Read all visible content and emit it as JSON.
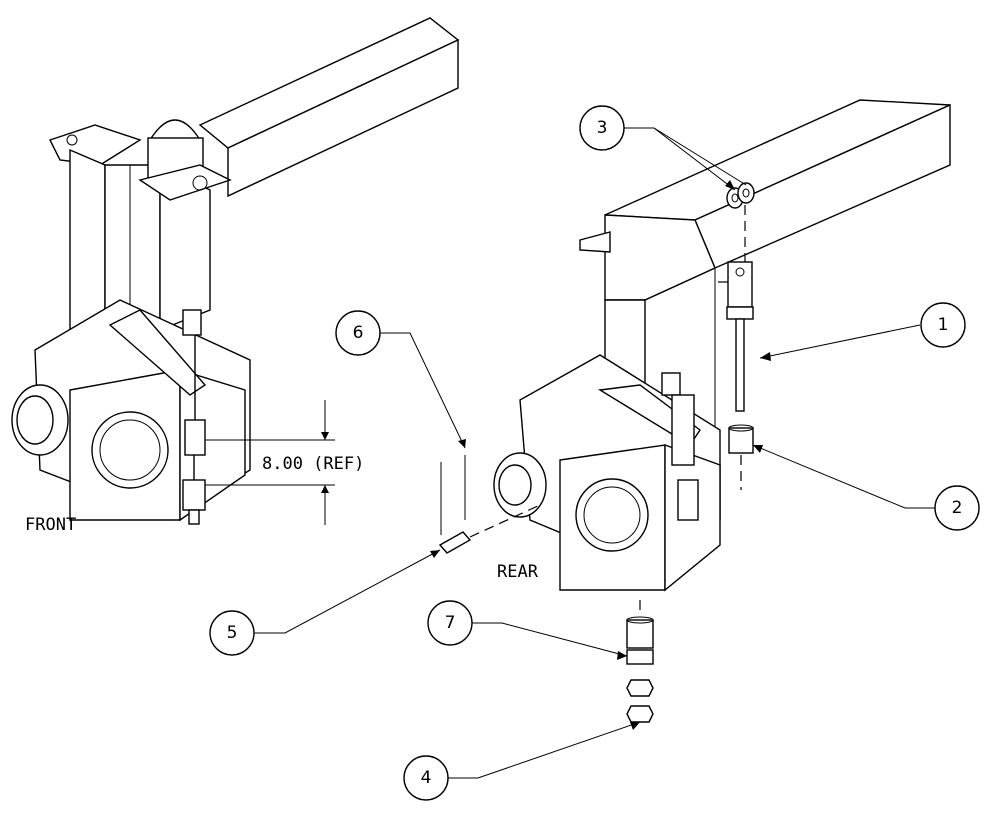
{
  "labels": {
    "front": "FRONT",
    "rear": "REAR",
    "dimension": "8.00 (REF)"
  },
  "callouts": [
    "1",
    "2",
    "3",
    "4",
    "5",
    "6",
    "7"
  ]
}
